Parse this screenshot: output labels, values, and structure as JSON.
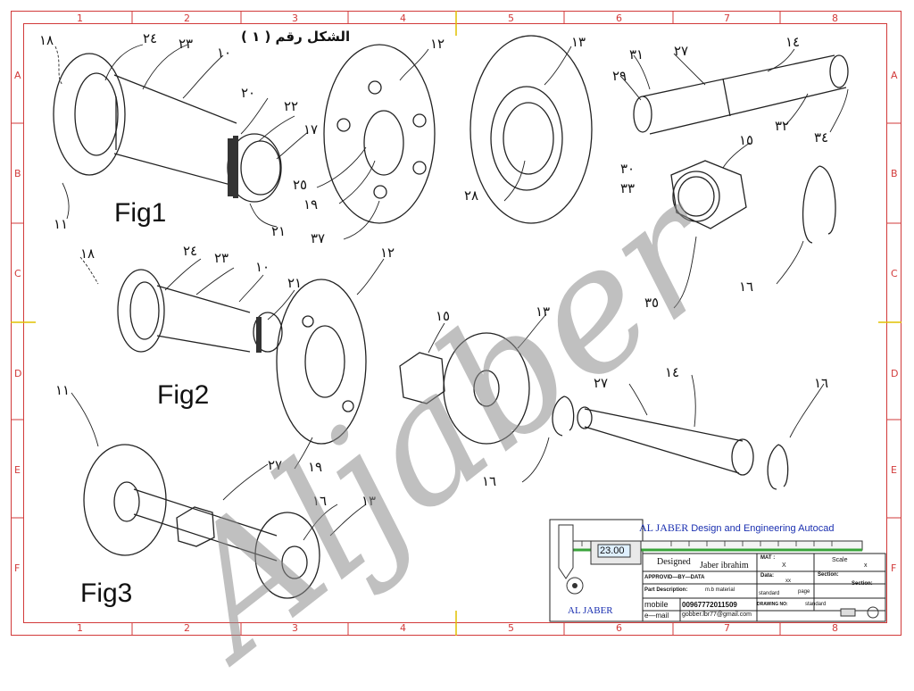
{
  "drawing": {
    "title_ar": "الشكل رقم ( ١ )",
    "watermark": "Aljaber",
    "zones": {
      "columns": [
        "1",
        "2",
        "3",
        "4",
        "5",
        "6",
        "7",
        "8"
      ],
      "rows": [
        "A",
        "B",
        "C",
        "D",
        "E",
        "F"
      ]
    },
    "figures": [
      {
        "id": "fig1",
        "label": "Fig1"
      },
      {
        "id": "fig2",
        "label": "Fig2"
      },
      {
        "id": "fig3",
        "label": "Fig3"
      }
    ],
    "callouts": [
      "١٨",
      "٢٤",
      "٢٣",
      "١٠",
      "٢٠",
      "٢٢",
      "١٧",
      "١١",
      "٢١",
      "١٢",
      "٢٥",
      "١٩",
      "٣٧",
      "١٣",
      "٢٨",
      "٢٧",
      "٣١",
      "٢٩",
      "١٤",
      "٣٢",
      "٣٤",
      "١٥",
      "٣٠",
      "٣٣",
      "١٦",
      "٣٥",
      "١٨",
      "٢٤",
      "٢٣",
      "١٠",
      "٢١",
      "١٢",
      "١٥",
      "١٣",
      "١١",
      "٢٧",
      "١٤",
      "١٦",
      "١٦",
      "١٩",
      "٢٧",
      "١٦",
      "١٣"
    ]
  },
  "title_block": {
    "company_line": "AL JABER",
    "company_line_rest": "Design and Engineering Autocad",
    "caliper_reading": "23.00",
    "designed_label": "Designed",
    "designer": "Jaber ibrahim",
    "approved": "APPROVID—BY—DATA",
    "part_description_label": "Part Description:",
    "part_description": "m.b material",
    "mobile_label": "mobile",
    "mobile": "00967772011509",
    "email_label": "e—mail",
    "email": "gobber.lbr77@gmail.com",
    "brand": "AL JABER",
    "mat_label": "MAT :",
    "mat_value": "X",
    "scale_label": "Scale",
    "scale_value": "x",
    "data_label": "Data:",
    "data_value": "xx",
    "section_label": "Section:",
    "section_label2": "Section:",
    "standard1": "standard",
    "page_label": "page",
    "drawing_no_label": "DRAWING NO:",
    "standard2": "standard"
  },
  "colors": {
    "frame": "#d23a3a",
    "zone_tick_yellow": "#e0c000",
    "line": "#222222",
    "watermark": "#8c8c8c",
    "brand_blue": "#1a2fb0",
    "caliper_green": "#39a33a"
  }
}
